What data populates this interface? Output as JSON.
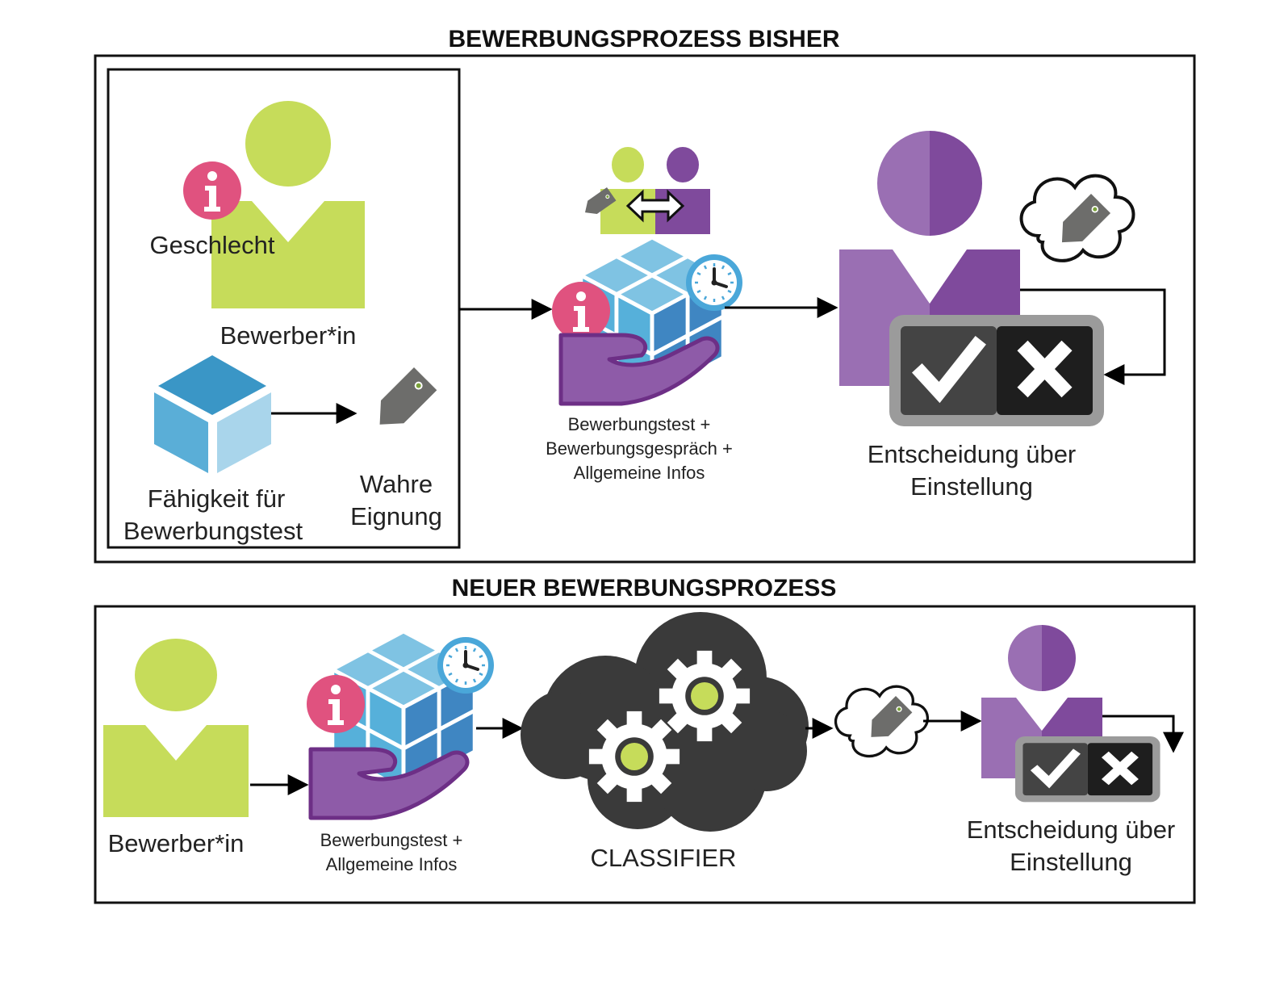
{
  "colors": {
    "green": "#c6dc5a",
    "purple": "#7f4a9c",
    "purple_light": "#9a6fb3",
    "pink": "#e0527f",
    "tag_gray": "#6d6d6b",
    "cube_top": "#3a96c6",
    "cube_left": "#5aaed7",
    "cube_right": "#a9d5eb",
    "dark": "#3a3a3a",
    "clock_blue": "#4aa7d9"
  },
  "old_process": {
    "title": "BEWERBUNGSPROZESS BISHER",
    "applicant_label": "Bewerber*in",
    "gender_label": "Geschlecht",
    "ability_label": [
      "Fähigkeit für",
      "Bewerbungstest"
    ],
    "true_fit_label": [
      "Wahre",
      "Eignung"
    ],
    "assessment_label": [
      "Bewerbungstest +",
      "Bewerbungsgespräch +",
      "Allgemeine Infos"
    ],
    "decision_label": [
      "Entscheidung über",
      "Einstellung"
    ],
    "icons": [
      "user-icon",
      "info-icon",
      "cube-icon",
      "tag-icon",
      "two-users-icon",
      "double-arrow-icon",
      "clock-icon",
      "hand-icon",
      "thought-cloud-icon",
      "check-icon",
      "cross-icon"
    ]
  },
  "new_process": {
    "title": "NEUER BEWERBUNGSPROZESS",
    "applicant_label": "Bewerber*in",
    "assessment_label": [
      "Bewerbungstest +",
      "Allgemeine Infos"
    ],
    "classifier_label": "CLASSIFIER",
    "decision_label": [
      "Entscheidung über",
      "Einstellung"
    ],
    "icons": [
      "user-icon",
      "cube-icon",
      "info-icon",
      "clock-icon",
      "hand-icon",
      "gear-cloud-icon",
      "gear-icon",
      "thought-cloud-icon",
      "tag-icon",
      "check-icon",
      "cross-icon"
    ]
  }
}
